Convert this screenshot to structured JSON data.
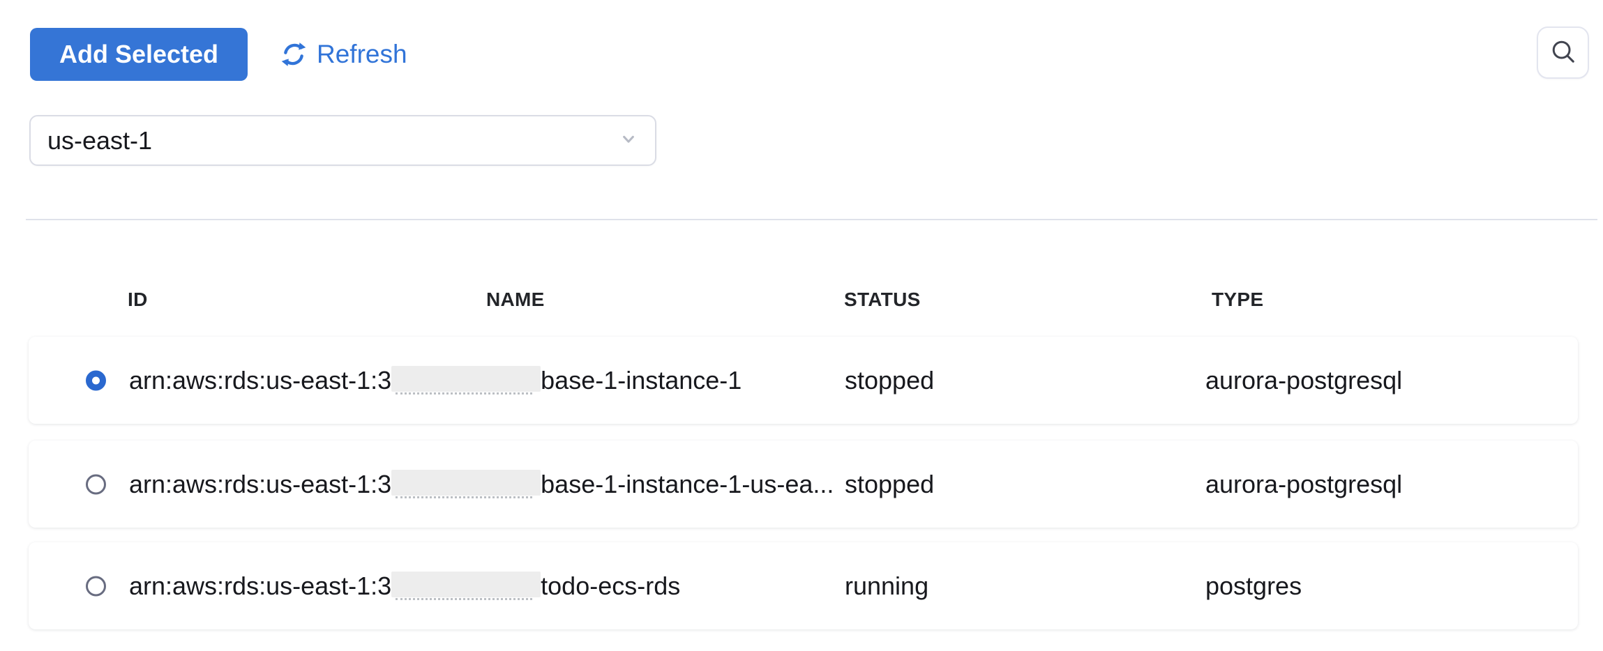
{
  "toolbar": {
    "add_selected_label": "Add Selected",
    "refresh_label": "Refresh"
  },
  "region_select": {
    "value": "us-east-1"
  },
  "table": {
    "columns": [
      "ID",
      "NAME",
      "STATUS",
      "TYPE"
    ],
    "rows": [
      {
        "selected": true,
        "id_prefix": "arn:aws:rds:us-east-1:3",
        "id_redacted": true,
        "name": "base-1-instance-1",
        "status": "stopped",
        "type": "aurora-postgresql"
      },
      {
        "selected": false,
        "id_prefix": "arn:aws:rds:us-east-1:3",
        "id_redacted": true,
        "name": "base-1-instance-1-us-ea...",
        "status": "stopped",
        "type": "aurora-postgresql"
      },
      {
        "selected": false,
        "id_prefix": "arn:aws:rds:us-east-1:3",
        "id_redacted": true,
        "name": "todo-ecs-rds",
        "status": "running",
        "type": "postgres"
      }
    ]
  },
  "icons": {
    "refresh": "refresh-icon",
    "search": "search-icon",
    "select_chevron": "chevron-down-icon"
  },
  "colors": {
    "accent": "#3575d6",
    "radio_selected": "#2a68cf",
    "text": "#17181d",
    "border": "#dadce5",
    "divider": "#dfe2ea",
    "redaction": "#ededed"
  }
}
